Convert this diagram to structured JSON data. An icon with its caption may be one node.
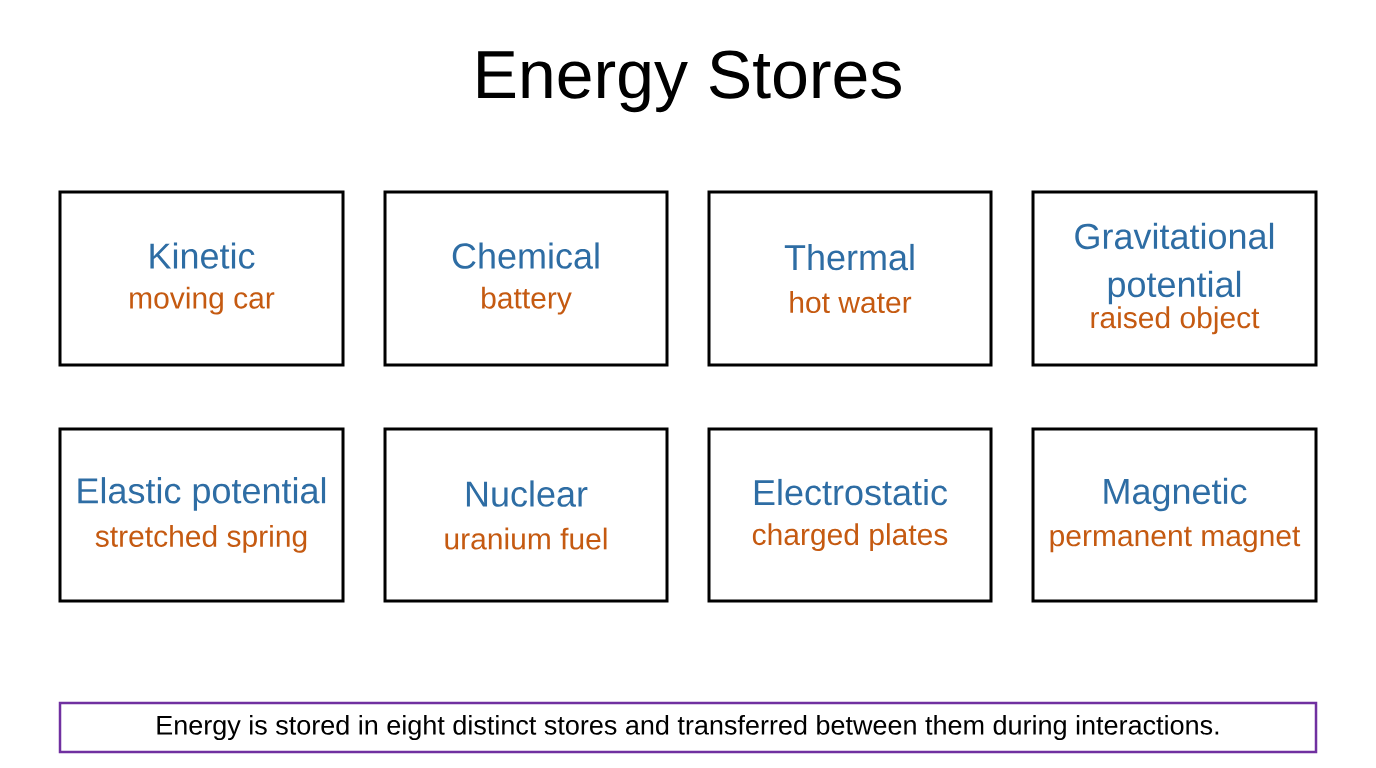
{
  "diagram": {
    "title": "Energy Stores",
    "nodes": [
      {
        "text": [
          "Kinetic",
          "moving car"
        ]
      },
      {
        "text": [
          "Chemical",
          "battery"
        ]
      },
      {
        "text": [
          "Thermal",
          "hot water"
        ]
      },
      {
        "text": [
          "Gravitational potential",
          "raised object"
        ]
      },
      {
        "text": [
          "Elastic potential",
          "stretched spring"
        ]
      },
      {
        "text": [
          "Nuclear",
          "uranium fuel"
        ]
      },
      {
        "text": [
          "Electrostatic",
          "charged plates"
        ]
      },
      {
        "text": [
          "Magnetic",
          "permanent magnet"
        ]
      },
      {
        "text": [
          "Energy is stored in eight distinct stores and transferred between them during interactions."
        ]
      }
    ]
  }
}
